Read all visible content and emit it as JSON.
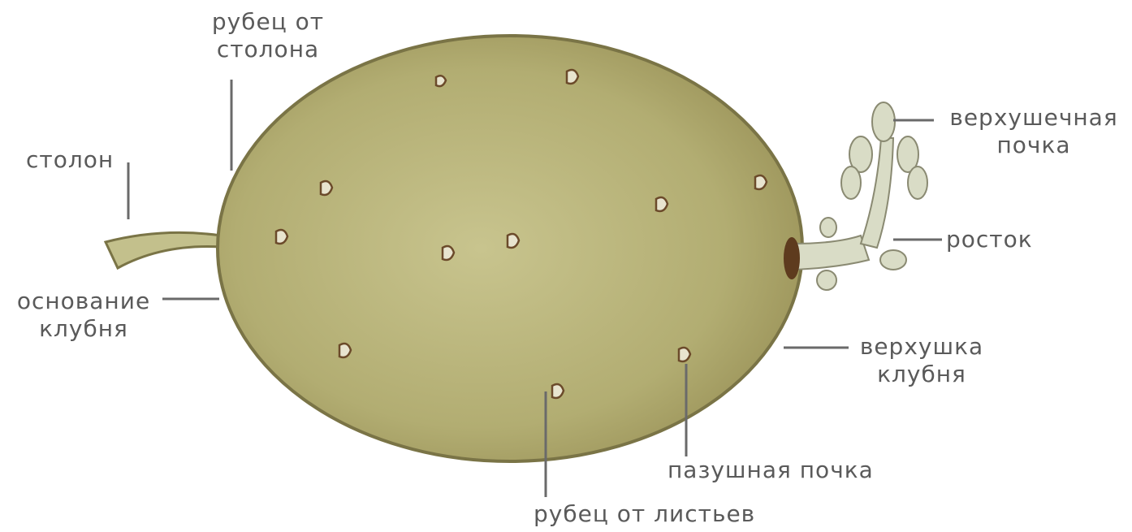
{
  "labels": {
    "scar_stolon": [
      "рубец от",
      "столона"
    ],
    "stolon": "столон",
    "tuber_base": [
      "основание",
      "клубня"
    ],
    "apical_bud": [
      "верхушечная",
      "почка"
    ],
    "sprout": "росток",
    "tuber_apex": [
      "верхушка",
      "клубня"
    ],
    "axillary_bud": "пазушная почка",
    "leaf_scar": "рубец от листьев"
  },
  "colors": {
    "tuber_fill": "#b5b27a",
    "tuber_outline": "#7a7446",
    "label_text": "#5a5a5a",
    "leader_line": "#6a6a6a",
    "sprout_fill": "#d9dcc6"
  }
}
